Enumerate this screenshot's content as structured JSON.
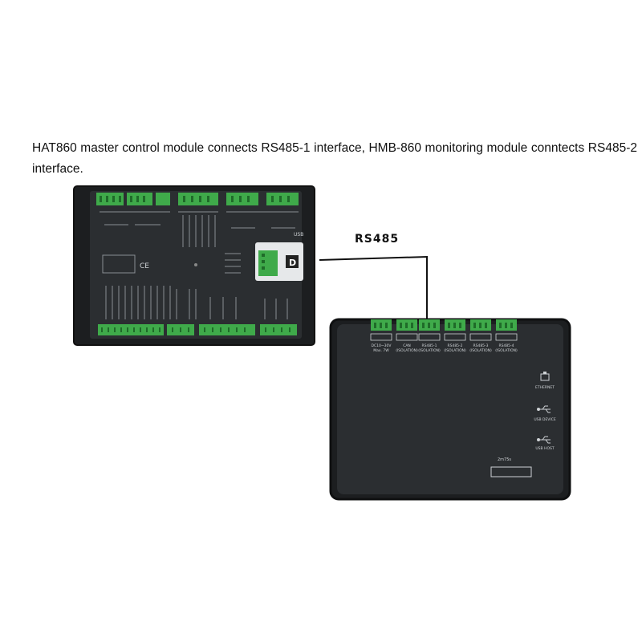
{
  "caption": {
    "line1": "HAT860 master control module connects RS485-1 interface, HMB-860 monitoring module conntects RS485-2 interface."
  },
  "watermark": "",
  "link": {
    "label": "RS485"
  },
  "controller": {
    "usb_label": "USB",
    "d_label": "D",
    "ce_label": "CE"
  },
  "monitor": {
    "blocks": [
      {
        "sub": "DC10~30V",
        "sub2": "Max. 7W"
      },
      {
        "sub": "CAN",
        "sub2": "(ISOLATION)"
      },
      {
        "sub": "RS485-1",
        "sub2": "(ISOLATION)"
      },
      {
        "sub": "RS485-2",
        "sub2": "(ISOLATION)"
      },
      {
        "sub": "RS485-3",
        "sub2": "(ISOLATION)"
      },
      {
        "sub": "RS485-4",
        "sub2": "(ISOLATION)"
      }
    ],
    "ethernet": "ETHERNET",
    "usb_device": "USB DEVICE",
    "usb_host": "USB HOST",
    "slot_label": "2m75s"
  },
  "colors": {
    "wire": "#111111",
    "terminal": "#3faa4a",
    "panel": "#2a2d30",
    "frame": "#1a1a1a"
  }
}
